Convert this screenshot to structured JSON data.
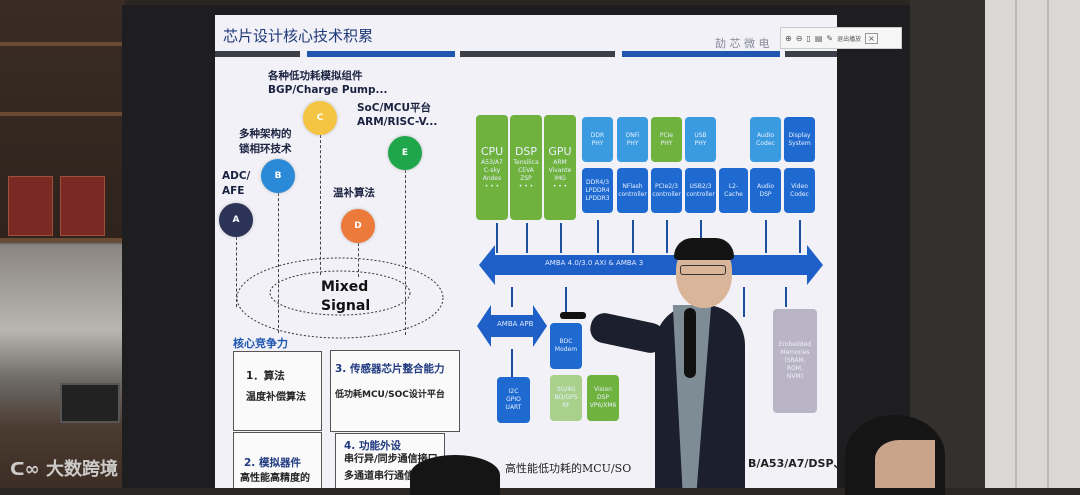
{
  "slide": {
    "title": "芯片设计核心技术积累",
    "company_logo": "劼 芯 微 电",
    "toolbar": {
      "icons": [
        "zoom-in-icon",
        "zoom-out-icon",
        "page-icon",
        "document-icon",
        "pen-icon"
      ],
      "exit_label": "退出播放",
      "close": "×"
    },
    "mixed_signal": {
      "center_line1": "Mixed",
      "center_line2": "Signal",
      "nodes": [
        {
          "letter": "A",
          "label1": "ADC/",
          "label2": "AFE",
          "color": "#2b3356"
        },
        {
          "letter": "B",
          "label1": "多种架构的",
          "label2": "锁相环技术",
          "color": "#2a8ad8"
        },
        {
          "letter": "C",
          "label1": "各种低功耗模拟组件",
          "label2": "BGP/Charge Pump...",
          "color": "#f4c542"
        },
        {
          "letter": "D",
          "label1": "温补算法",
          "label2": "",
          "color": "#ec7a3a"
        },
        {
          "letter": "E",
          "label1": "SoC/MCU平台",
          "label2": "ARM/RISC-V...",
          "color": "#1fa64a"
        }
      ]
    },
    "competitiveness": {
      "heading": "核心竞争力",
      "cards": [
        {
          "title": "1．算法",
          "lines": [
            "温度补偿算法"
          ]
        },
        {
          "title": "3. 传感器芯片整合能力",
          "lines": [
            "低功耗MCU/SOC设计平台"
          ]
        },
        {
          "title": "2. 模拟器件",
          "lines": [
            "高性能高精度的"
          ]
        },
        {
          "title": "4. 功能外设",
          "lines": [
            "串行异/同步通信接口",
            "多通道串行通信接口"
          ]
        }
      ]
    },
    "soc_diagram": {
      "cores": [
        {
          "name": "CPU",
          "detail": "A53/A7\nC-sky\nAndes\n• • •"
        },
        {
          "name": "DSP",
          "detail": "Tensilica\nCEVA\nZSP\n• • •"
        },
        {
          "name": "GPU",
          "detail": "ARM\nVivante\nIMG\n• • •"
        }
      ],
      "phy_row": [
        "DDR\nPHY",
        "ONFi\nPHY",
        "PCIe\nPHY",
        "USB\nPHY",
        "Audio\nCodec",
        "Display\nSystem"
      ],
      "controller_row": [
        "DDR4/3\nLPDDR4\nLPDDR3",
        "NFlash\ncontroller",
        "PCIe2/3\ncontroller",
        "USB2/3\ncontroller",
        "L2-\nCache",
        "Audio\nDSP",
        "Video\nCodec"
      ],
      "axi_bus": "AMBA 4.0/3.0 AXI & AMBA 3",
      "apb_bus": "AMBA APB",
      "io_block": "I2C\nGPIO\nUART",
      "modem_block": "BDC\nModem",
      "rf_block": "3G/4G\nBD/GPS\nRF",
      "vision_block": "Vision\nDSP\nVP6/XM6",
      "memory_block": "Embedded\nMemories\n(SRAM,\nROM,\nNVM)"
    },
    "footer_text_left": "高性能低功耗的MCU/SO",
    "footer_text_right": "B/A53/A7/DSP、"
  },
  "watermark": "大数跨境"
}
